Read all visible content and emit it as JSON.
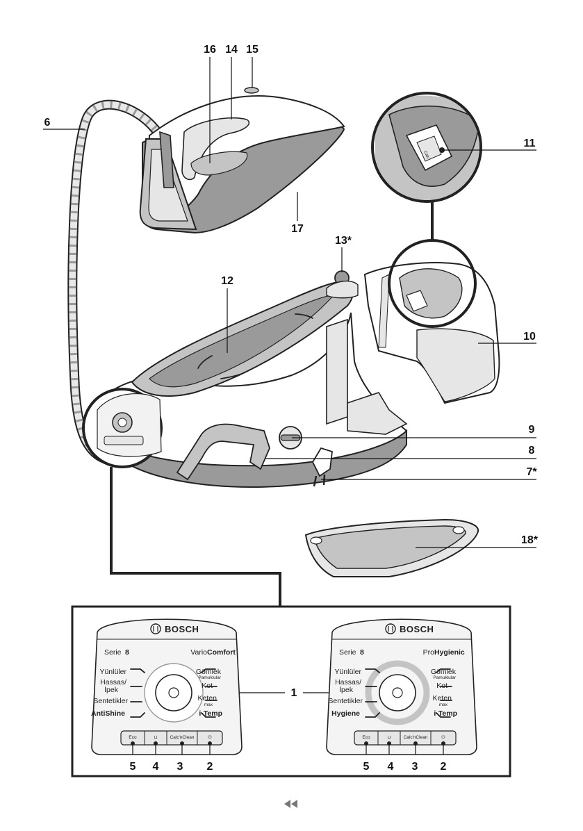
{
  "callouts": {
    "c16": "16",
    "c14": "14",
    "c15": "15",
    "c6": "6",
    "c17": "17",
    "c11": "11",
    "c13": "13*",
    "c12": "12",
    "c10": "10",
    "c9": "9",
    "c8": "8",
    "c7": "7*",
    "c18": "18*",
    "c1": "1",
    "c5a": "5",
    "c4a": "4",
    "c3a": "3",
    "c2a": "2",
    "c5b": "5",
    "c4b": "4",
    "c3b": "3",
    "c2b": "2"
  },
  "cap_label": "Calc",
  "panel_left": {
    "brand": "BOSCH",
    "series": "Serie",
    "series_num": "8",
    "model_light": "Vario",
    "model_bold": "Comfort",
    "left_items": [
      "Yünlüler",
      "Hassas/",
      "İpek",
      "Sentetikler",
      "AntiShine"
    ],
    "right_items": [
      "Gömlek",
      "Pamuklular",
      "Kot",
      "Keten",
      "max",
      "i-Temp"
    ],
    "buttons": [
      "Eco",
      "Calc'nClean"
    ]
  },
  "panel_right": {
    "brand": "BOSCH",
    "series": "Serie",
    "series_num": "8",
    "model_light": "Pro",
    "model_bold": "Hygienic",
    "left_items": [
      "Yünlüler",
      "Hassas/",
      "İpek",
      "Sentetikler",
      "Hygiene"
    ],
    "right_items": [
      "Gömlek",
      "Pamuklular",
      "Kot",
      "Keten",
      "max",
      "i-Temp"
    ],
    "buttons": [
      "Eco",
      "Calc'nClean"
    ]
  },
  "colors": {
    "line": "#222222",
    "grey_dark": "#9a9a9a",
    "grey_mid": "#c4c4c4",
    "grey_light": "#e6e6e6",
    "white": "#ffffff"
  },
  "icons": [
    "steam-iron",
    "base-station",
    "water-tank",
    "iron-rest",
    "power-icon",
    "descale-icon",
    "bosch-logo-icon",
    "page-nav-icon"
  ]
}
